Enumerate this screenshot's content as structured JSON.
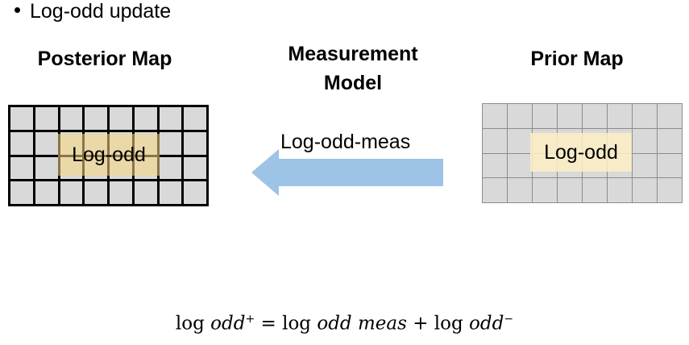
{
  "bullet": "Log-odd update",
  "posterior": {
    "title": "Posterior Map",
    "overlay_label": "Log-odd"
  },
  "measurement": {
    "title_line1": "Measurement",
    "title_line2": "Model",
    "arrow_label": "Log-odd-meas"
  },
  "prior": {
    "title": "Prior Map",
    "overlay_label": "Log-odd"
  },
  "equation": {
    "log1": "log",
    "odd1": "odd",
    "sup_plus": "+",
    "equals": "=",
    "log2": "log",
    "odd2": "odd",
    "meas": "meas",
    "plus": "+",
    "log3": "log",
    "odd3": "odd",
    "sup_minus": "−"
  },
  "colors": {
    "arrow": "#9dc3e6",
    "cell": "#d9d9d9",
    "posterior_overlay": "#f8d782",
    "prior_overlay": "#fdeec4"
  }
}
